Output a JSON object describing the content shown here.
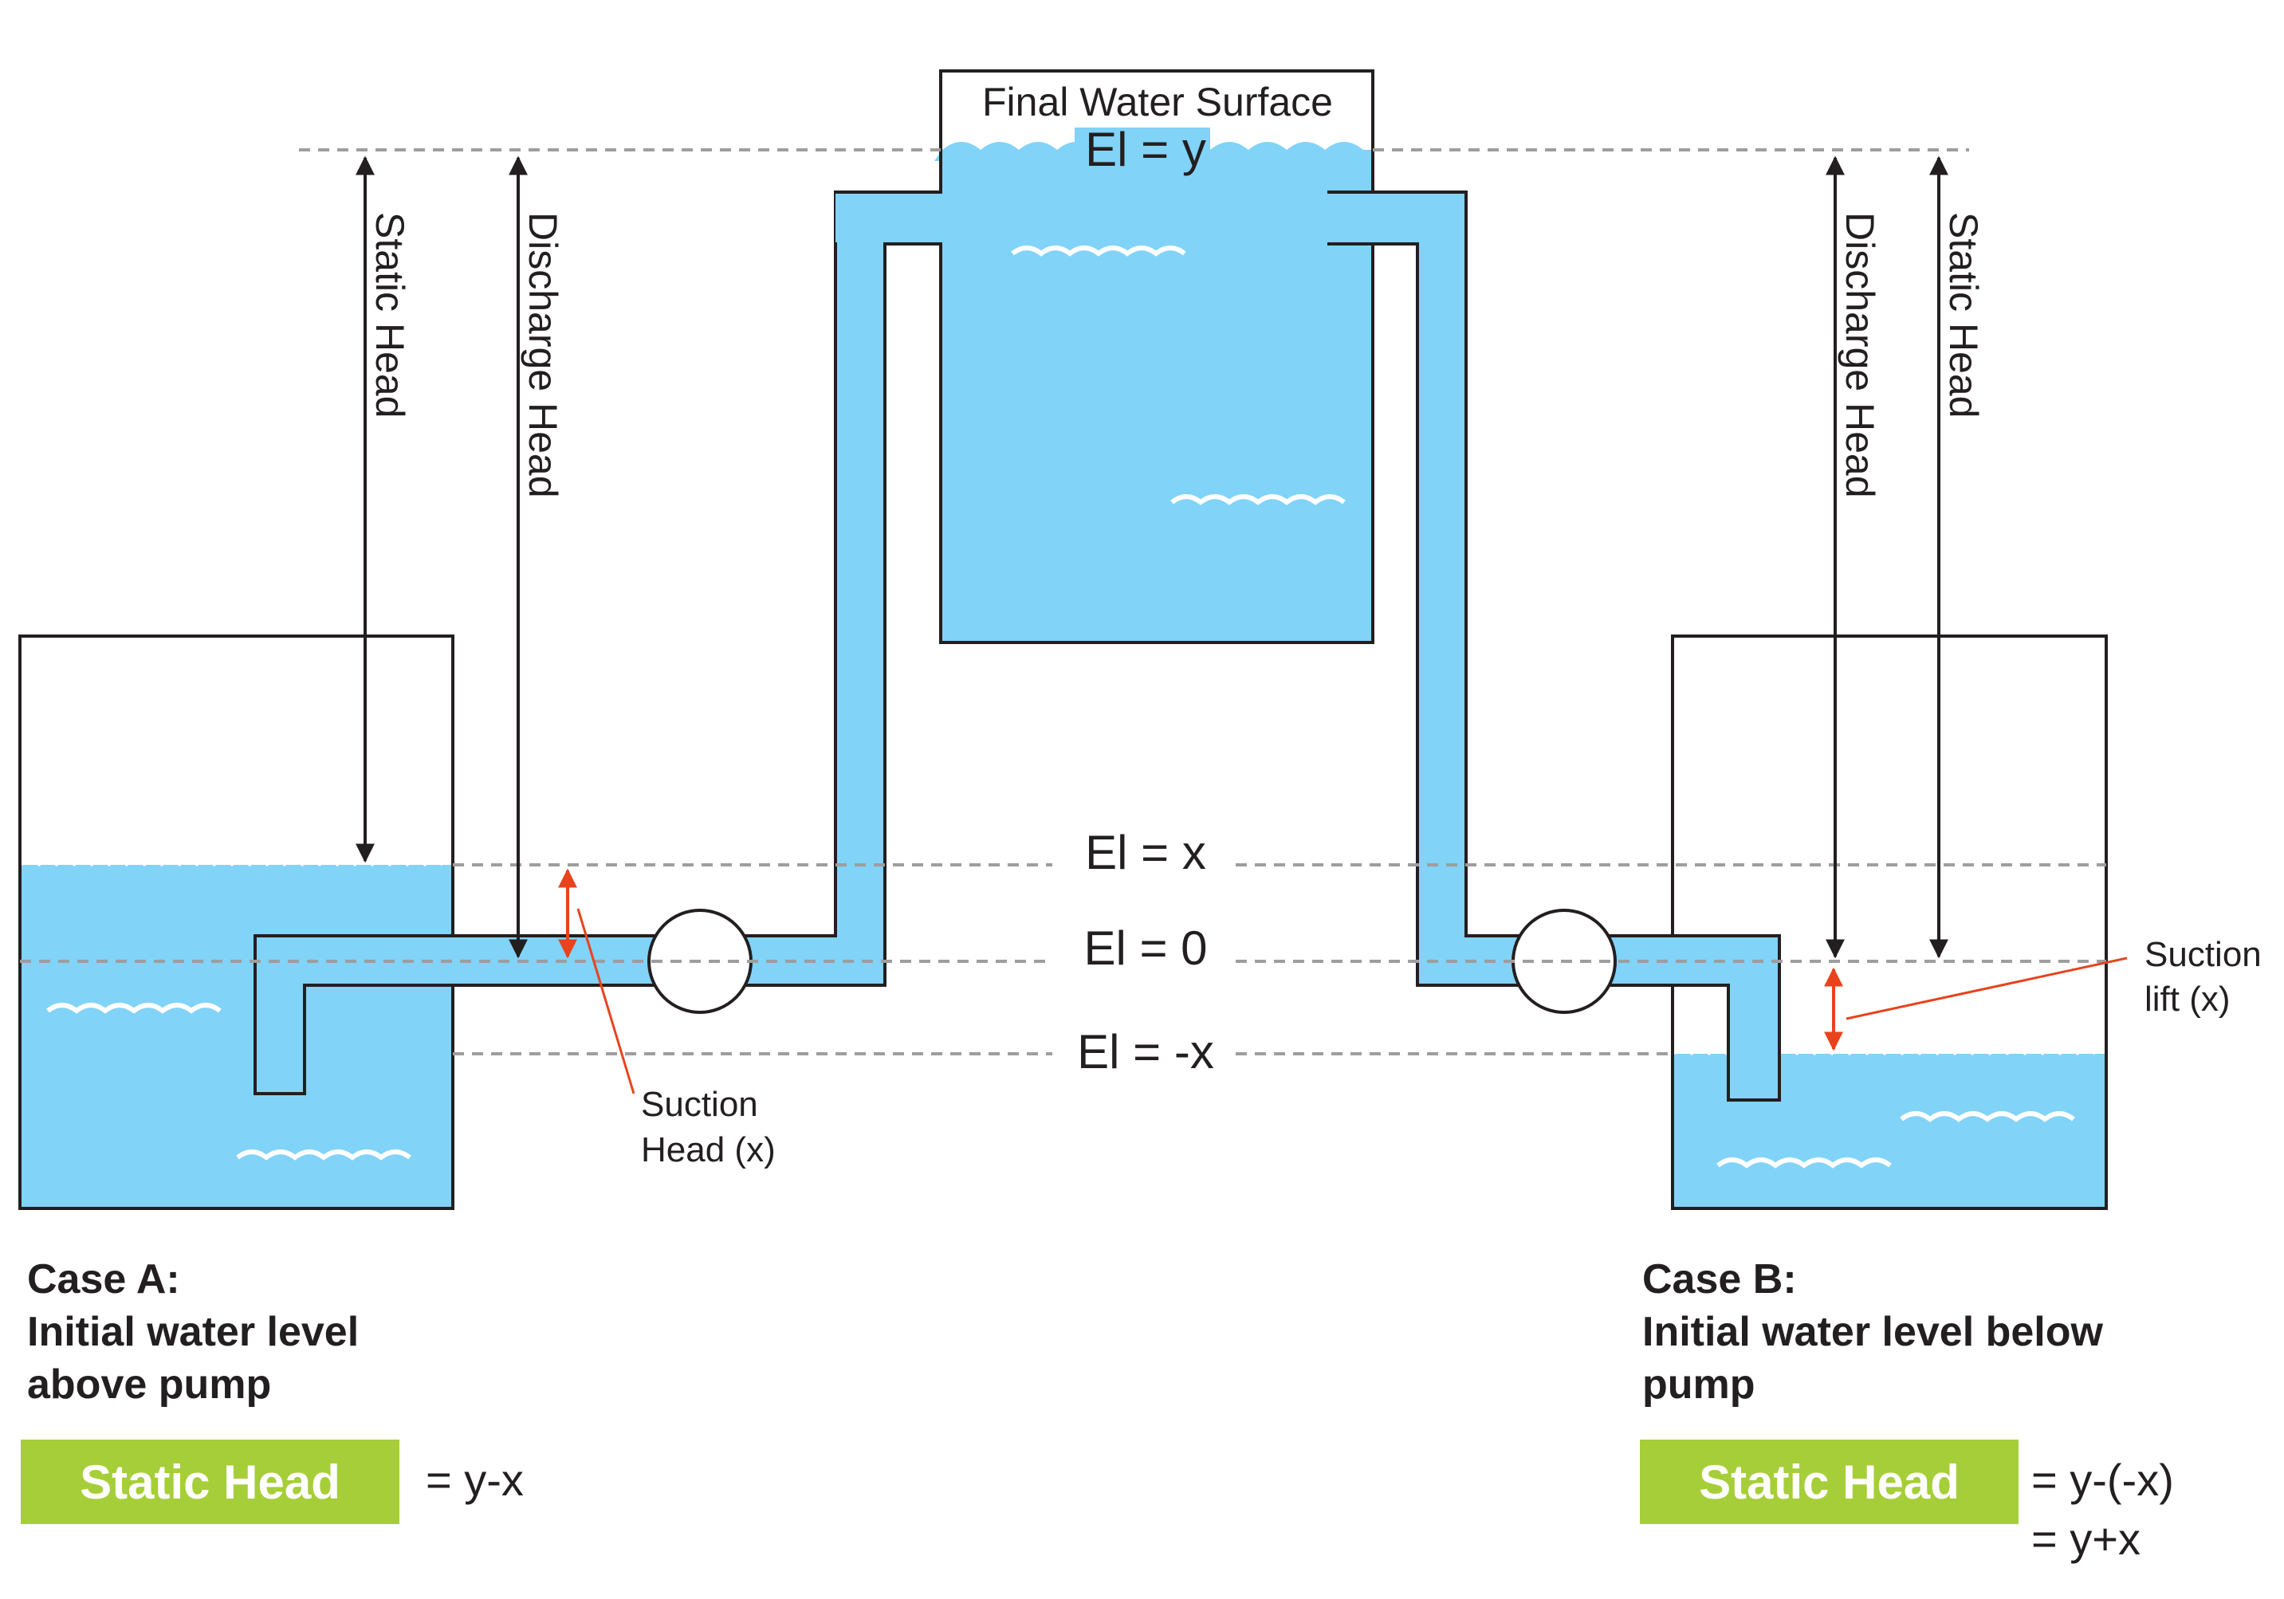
{
  "top_tank": {
    "title": "Final Water Surface",
    "elevation": "El = y"
  },
  "levels": {
    "x": "El = x",
    "zero": "El = 0",
    "neg_x": "El = -x"
  },
  "case_a": {
    "static_head_label": "Static Head",
    "discharge_head_label": "Discharge Head",
    "suction_label_line1": "Suction",
    "suction_label_line2": "Head (x)",
    "title_line1": "Case A:",
    "title_line2": "Initial water level",
    "title_line3": "above pump",
    "badge": "Static Head",
    "formula": "= y-x"
  },
  "case_b": {
    "static_head_label": "Static Head",
    "discharge_head_label": "Discharge Head",
    "suction_label_line1": "Suction",
    "suction_label_line2": "lift (x)",
    "title_line1": "Case B:",
    "title_line2": "Initial water level below",
    "title_line3": "pump",
    "badge": "Static Head",
    "formula_line1": "= y-(-x)",
    "formula_line2": "= y+x"
  },
  "colors": {
    "water": "#81d3f8",
    "outline": "#231f20",
    "dim_line": "#9e9e9e",
    "accent_red": "#e8431d",
    "badge_green": "#a6ce39"
  }
}
